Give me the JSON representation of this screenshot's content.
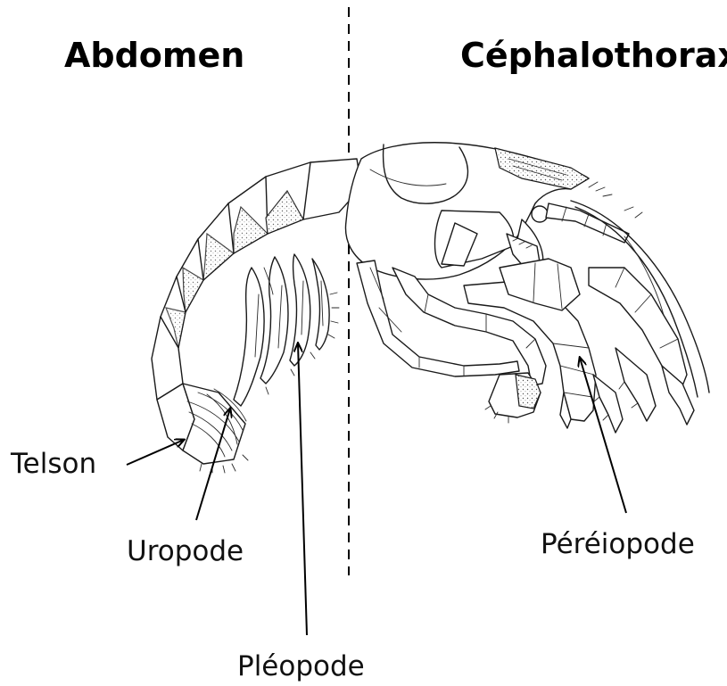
{
  "regions": {
    "left": "Abdomen",
    "right": "Céphalothorax"
  },
  "labels": {
    "telson": "Telson",
    "uropode": "Uropode",
    "pleopode": "Pléopode",
    "pereiopode": "Péréiopode"
  },
  "colors": {
    "ink": "#1a1a1a",
    "background": "#ffffff"
  }
}
